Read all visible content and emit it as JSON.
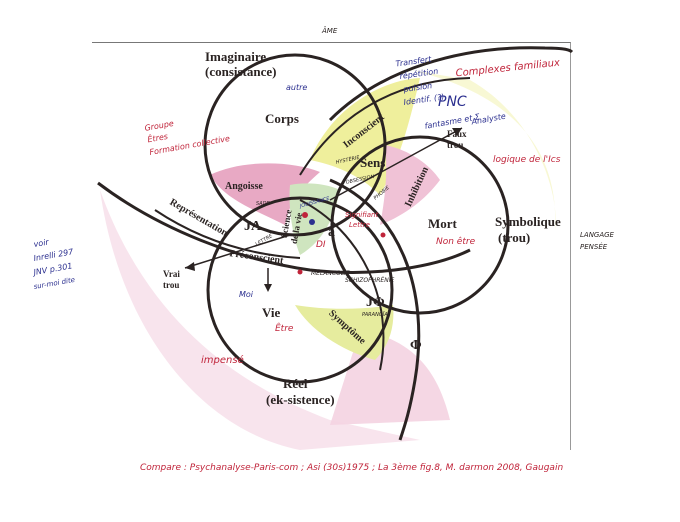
{
  "header": {
    "mark": "ÂME"
  },
  "colors": {
    "ink": "#2a2322",
    "blue_ink": "#2b2f8f",
    "red_ink": "#c0243a",
    "pink": "#e8a9c4",
    "pink_light": "#f4d3e1",
    "yellow": "#efef9c",
    "yellow_light": "#f7f7cf",
    "green": "#9fc48b"
  },
  "registers": {
    "imaginaire": [
      "Imaginaire",
      "(consistance)"
    ],
    "symbolique": [
      "Symbolique",
      "(trou)"
    ],
    "reel": [
      "Réel",
      "(ek-sistence)"
    ]
  },
  "zones": {
    "corps": "Corps",
    "sens": "Sens",
    "mort": "Mort",
    "vie": "Vie",
    "ja": "JA",
    "jphi": "JΦ",
    "a": "a",
    "phi": "Φ",
    "angoisse": "Angoisse",
    "inconscient": "Inconscient",
    "inhibition": "Inhibition",
    "representation": "Représentation",
    "preconscient": "Préconscient",
    "symptome": "Symptôme",
    "science_vie": [
      "Science",
      "de la vie"
    ],
    "faux_trou": [
      "Faux",
      "trou"
    ],
    "vrai_trou": [
      "Vrai",
      "trou"
    ]
  },
  "annotations": {
    "autre": "autre",
    "transfert": [
      "Transfert",
      "répétition",
      "pulsion",
      "Identif. (?)"
    ],
    "pnc": "PNC",
    "fantasme": [
      "fantasme et Σ",
      "Analyste"
    ],
    "complexes": "Complexes familiaux",
    "logique": "logique de l'Ics",
    "langage": [
      "LANGAGE",
      "PENSÉE"
    ],
    "hysterie": [
      "HYSTÉRIE",
      "OBSESSION"
    ],
    "phobie": "PHOBIE",
    "sade": "SADE",
    "jouissance": "JOUISSANCE",
    "lettre": "LETTRE",
    "sign_lettre": [
      "Signifiant",
      "Lettre"
    ],
    "di": "DI",
    "non_etre": "Non être",
    "melancolie": "MÉLANCOLIE",
    "schizo": "SCHIZOPHRÉNIE",
    "paranoia": "PARANOÏA",
    "moi": "Moi",
    "etre": "Être",
    "impense": "impensé",
    "left_notes": [
      "Groupe",
      "Êtres",
      "Formation collective"
    ],
    "voir": [
      "voir",
      "Inrelli 297",
      "JNV p.301",
      "sur-moi dite"
    ]
  },
  "footer": "Compare : Psychanalyse-Paris-com ; Asi (30s)1975 ; La 3ème fig.8, M. darmon 2008, Gaugain"
}
